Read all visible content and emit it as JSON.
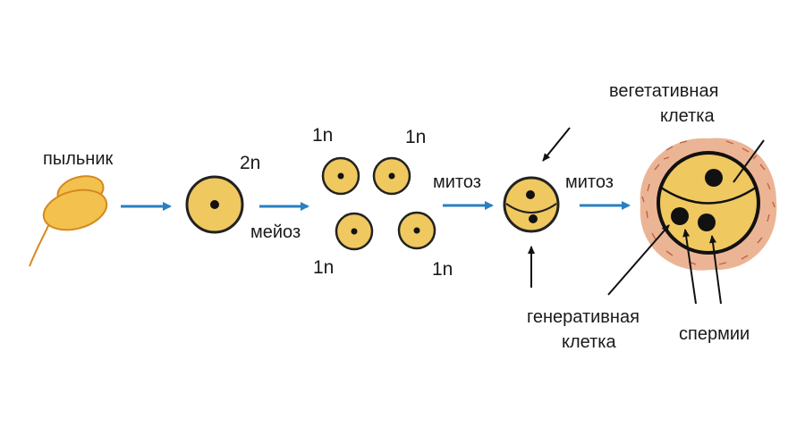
{
  "labels": {
    "anther": "пыльник",
    "diploid": "2n",
    "meiosis": "мейоз",
    "haploid_top_left": "1n",
    "haploid_top_right": "1n",
    "haploid_bottom_left": "1n",
    "haploid_bottom_right": "1n",
    "mitosis_1": "митоз",
    "mitosis_2": "митоз",
    "vegetative_line1": "вегетативная",
    "vegetative_line2": "клетка",
    "generative_line1": "генеративная",
    "generative_line2": "клетка",
    "sperms": "спермии"
  },
  "colors": {
    "cell_fill": "#f0c860",
    "cell_stroke": "#222222",
    "arrow_blue": "#2a7fc0",
    "anther_fill": "#f2c14e",
    "anther_stroke": "#d4891f",
    "halo": "#e8a882"
  }
}
